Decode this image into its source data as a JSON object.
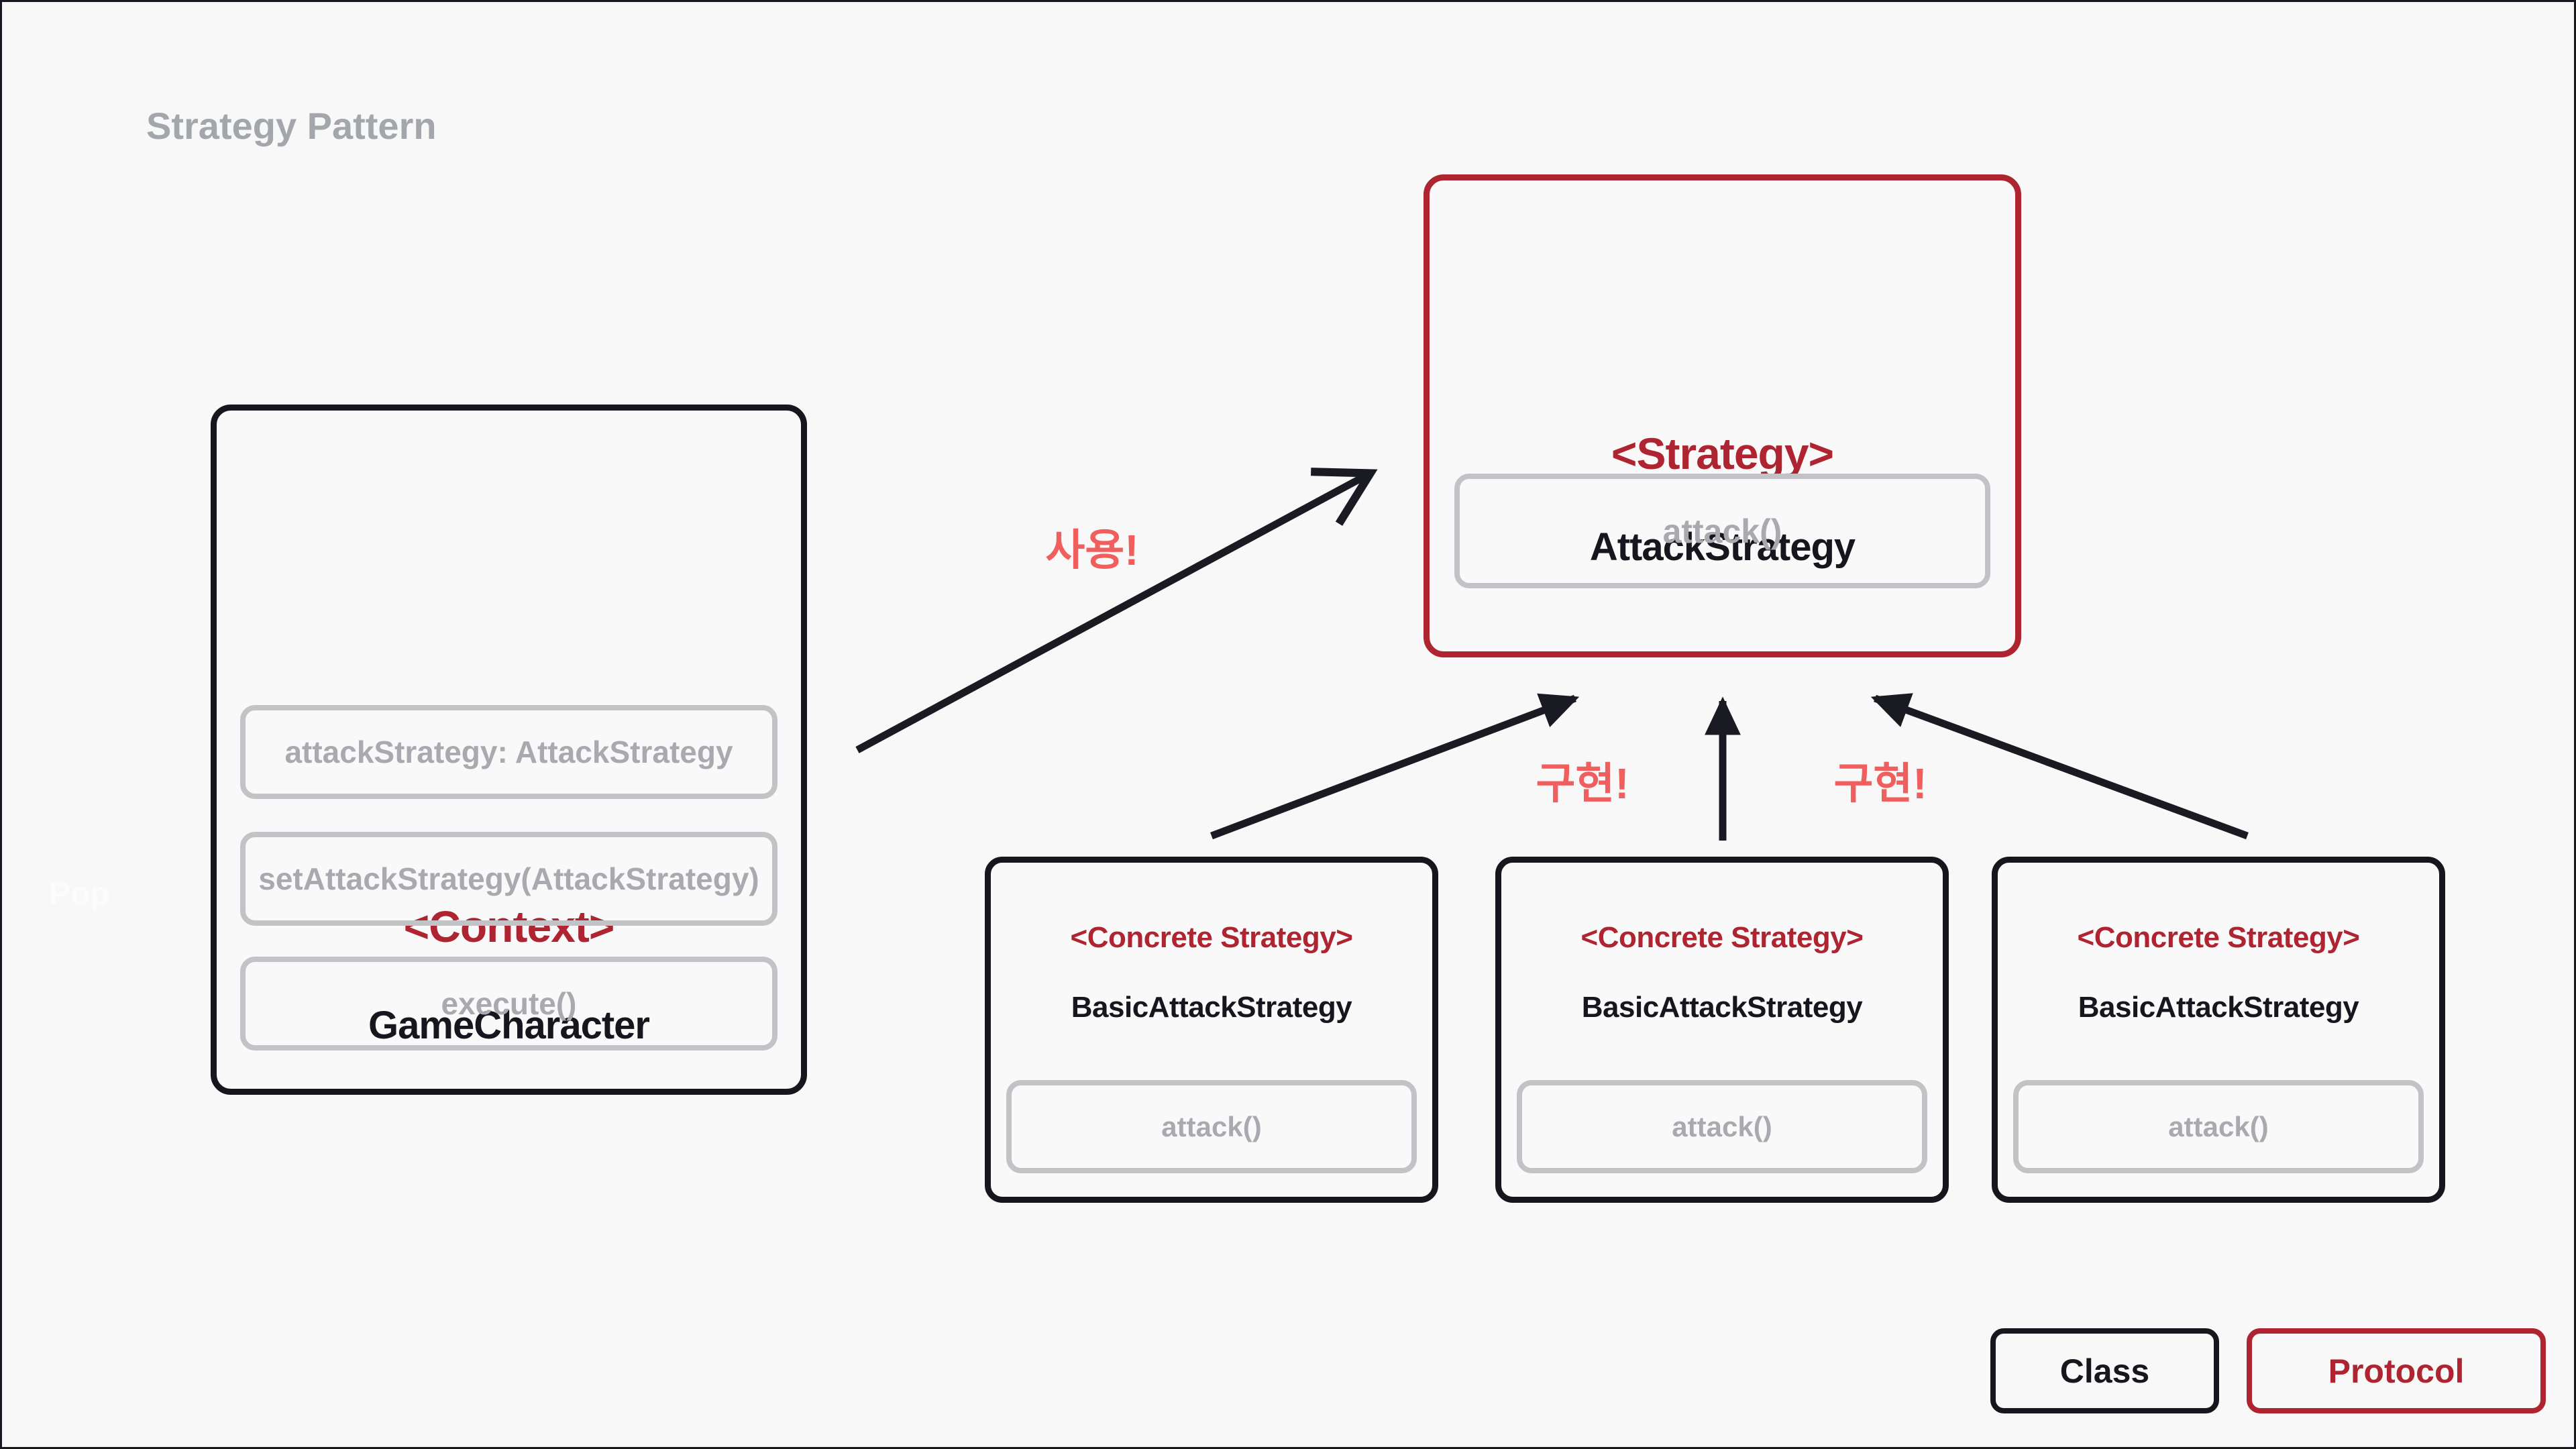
{
  "page": {
    "title": "Strategy Pattern",
    "watermark": "Pop"
  },
  "colors": {
    "background": "#f8f8f9",
    "canvas_border": "#181820",
    "class_black": "#16161e",
    "protocol_red": "#ae2531",
    "label_salmon": "#f15e5e",
    "muted_border_gray": "#c2c3c7",
    "muted_text_gray": "#a8aaaf",
    "title_gray": "#a3a6ab",
    "arrow_black": "#1a1a22"
  },
  "context_box": {
    "stereotype": "<Context>",
    "class_name": "GameCharacter",
    "members": [
      "attackStrategy: AttackStrategy",
      "setAttackStrategy(AttackStrategy)",
      "execute()"
    ]
  },
  "strategy_box": {
    "stereotype": "<Strategy>",
    "protocol_name": "AttackStrategy",
    "members": [
      "attack()"
    ]
  },
  "concrete_boxes": [
    {
      "stereotype": "<Concrete Strategy>",
      "class_name": "BasicAttackStrategy",
      "members": [
        "attack()"
      ]
    },
    {
      "stereotype": "<Concrete Strategy>",
      "class_name": "BasicAttackStrategy",
      "members": [
        "attack()"
      ]
    },
    {
      "stereotype": "<Concrete Strategy>",
      "class_name": "BasicAttackStrategy",
      "members": [
        "attack()"
      ]
    }
  ],
  "arrow_labels": {
    "use": "사용!",
    "implement_left": "구현!",
    "implement_right": "구현!"
  },
  "legend": {
    "class_label": "Class",
    "protocol_label": "Protocol"
  }
}
